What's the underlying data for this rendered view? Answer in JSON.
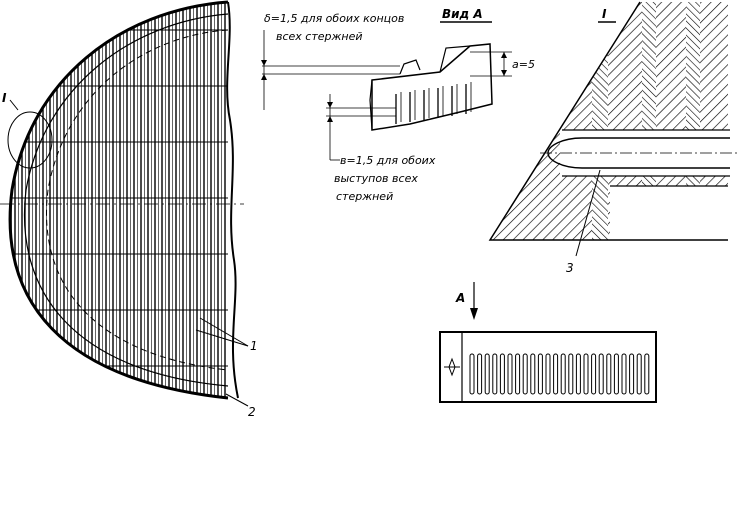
{
  "annotations": {
    "top_note_line1": "δ=1,5 для обоих концов",
    "top_note_line2": "всех стержней",
    "view_title": "Вид А",
    "dim_a": "a=5",
    "bottom_note_line1": "в=1,5 для обоих",
    "bottom_note_line2": "выступов всех",
    "bottom_note_line3": "стержней",
    "detail_label_left": "I",
    "detail_label_right": "I",
    "part_1": "1",
    "part_2": "2",
    "part_3": "3",
    "view_arrow_label": "А"
  }
}
